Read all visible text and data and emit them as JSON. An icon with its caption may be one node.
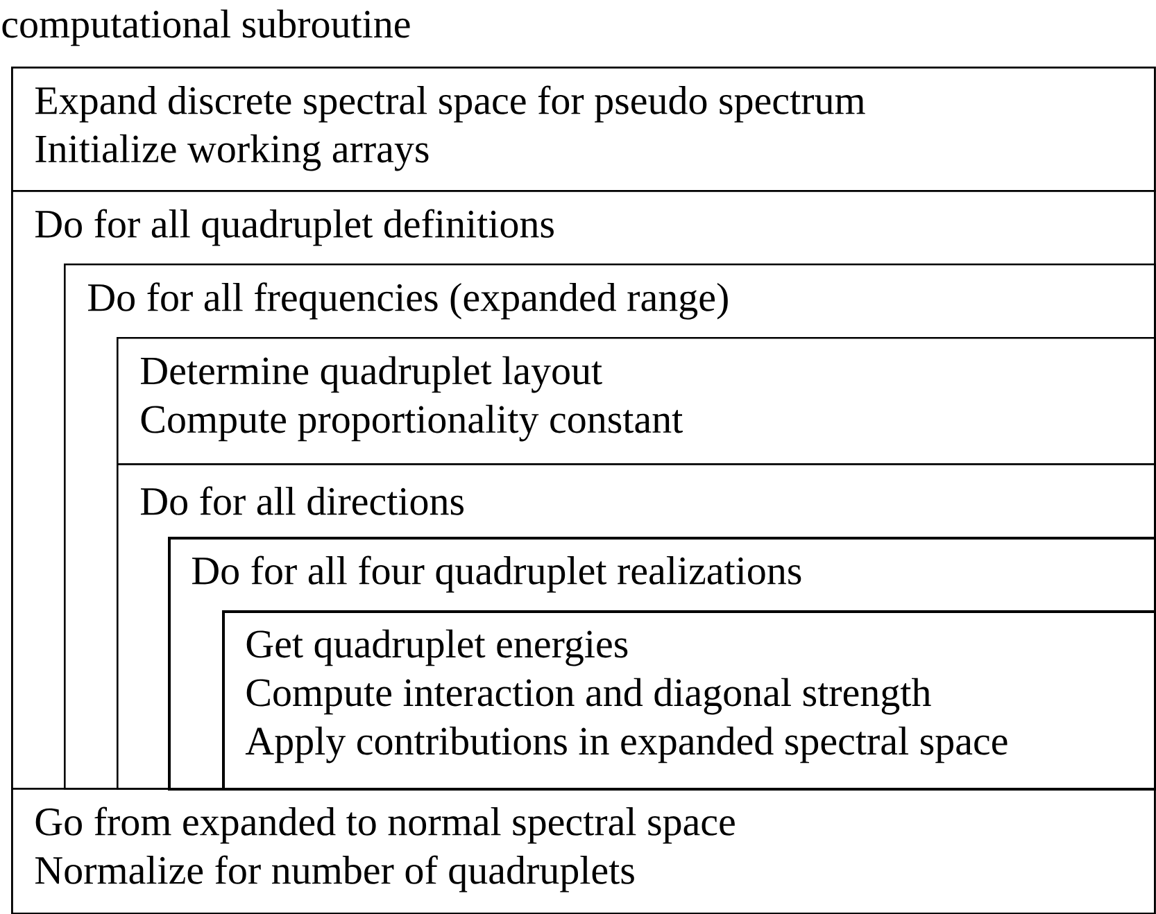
{
  "diagram": {
    "nodes": [
      {
        "text": [
          "computational subroutine"
        ]
      },
      {
        "text": [
          "Expand discrete spectral space for pseudo spectrum",
          "Initialize working arrays"
        ],
        "in": 0
      },
      {
        "text": [
          "Do for all quadruplet definitions"
        ],
        "in": 0
      },
      {
        "text": [
          "Do for all frequencies (expanded range)"
        ],
        "in": 2
      },
      {
        "text": [
          "Determine quadruplet layout",
          "Compute proportionality constant"
        ],
        "in": 3
      },
      {
        "text": [
          "Do for all directions"
        ],
        "in": 3
      },
      {
        "text": [
          "Do for all four quadruplet realizations"
        ],
        "in": 5
      },
      {
        "text": [
          "Get quadruplet energies",
          "Compute interaction and diagonal strength",
          "Apply contributions in expanded spectral space"
        ],
        "in": 6
      },
      {
        "text": [
          "Go from expanded to normal spectral space",
          "Normalize for number of quadruplets"
        ],
        "in": 0
      }
    ]
  }
}
